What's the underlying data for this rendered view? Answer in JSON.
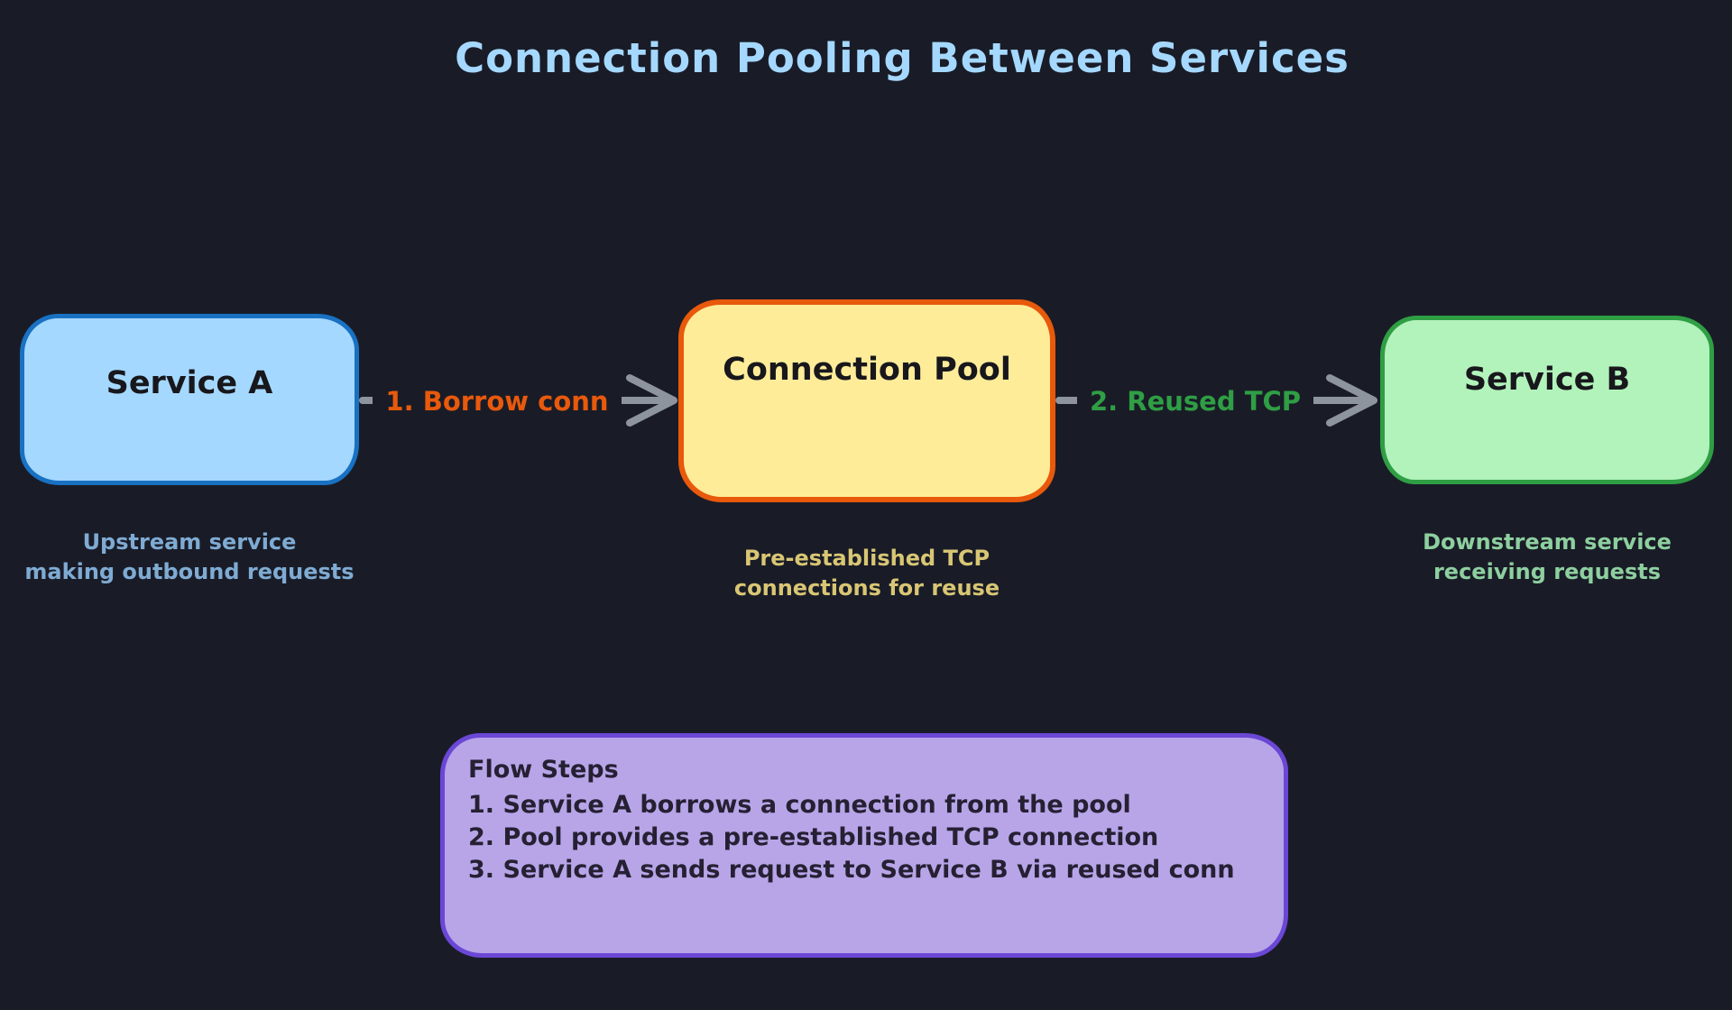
{
  "title": "Connection Pooling Between Services",
  "nodes": {
    "service_a": {
      "label": "Service A",
      "caption_line1": "Upstream service",
      "caption_line2": "making outbound requests",
      "fill": "#a5d8ff",
      "border": "#1971c2"
    },
    "connection_pool": {
      "label": "Connection Pool",
      "caption_line1": "Pre-established TCP",
      "caption_line2": "connections for reuse",
      "fill": "#ffec99",
      "border": "#e8590c"
    },
    "service_b": {
      "label": "Service B",
      "caption_line1": "Downstream service",
      "caption_line2": "receiving requests",
      "fill": "#b2f2bb",
      "border": "#2f9e44"
    }
  },
  "arrows": [
    {
      "label": "1. Borrow conn",
      "color": "#e8590c",
      "from": "service_a",
      "to": "connection_pool"
    },
    {
      "label": "2. Reused TCP",
      "color": "#2f9e44",
      "from": "connection_pool",
      "to": "service_b"
    }
  ],
  "flow_steps": {
    "title": "Flow Steps",
    "steps": [
      "1. Service A borrows a connection from the pool",
      "2. Pool provides a pre-established TCP connection",
      "3. Service A sends request to Service B via reused conn"
    ],
    "fill": "#b7a5e8",
    "border": "#6b47d6"
  },
  "colors": {
    "background": "#191c27",
    "title_text": "#a5d8ff",
    "arrow_line": "#8e949e",
    "caption_blue": "#7fabd3",
    "caption_yellow": "#d9c674",
    "caption_green": "#8ecf9f",
    "node_text": "#17171c"
  }
}
